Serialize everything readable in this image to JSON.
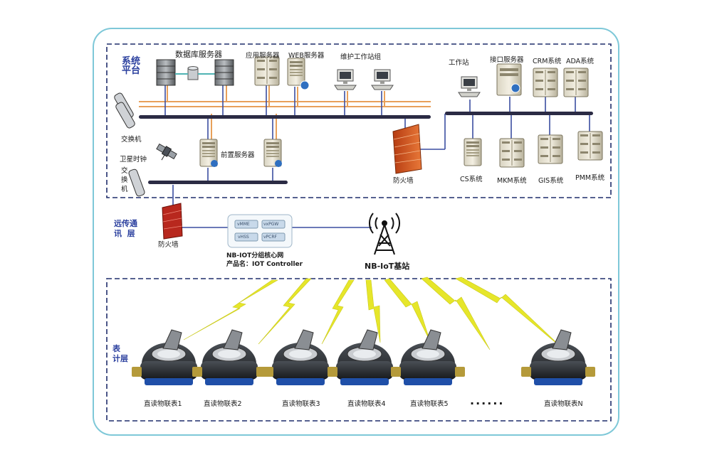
{
  "layers": {
    "platform": "系统\n平台",
    "transport": "远传通\n讯  层",
    "meter": "表\n计层"
  },
  "platform": {
    "db_servers": "数据库服务器",
    "app_servers": "应用服务器",
    "web_servers": "WEB服务器",
    "maintenance": "维护工作站组",
    "workstation": "工作站",
    "interface_server": "接口服务器",
    "crm": "CRM系统",
    "ada": "ADA系统",
    "switch_top": "交换机",
    "satellite_clock": "卫星时钟",
    "switch_bottom": "交\n换\n机",
    "frontend_server": "前置服务器",
    "firewall": "防火墙",
    "cs": "CS系统",
    "mkm": "MKM系统",
    "gis": "GIS系统",
    "pmm": "PMM系统"
  },
  "transport": {
    "firewall": "防火墙",
    "core_line1": "NB-IOT分组核心网",
    "core_line2": "产品名：IOT Controller",
    "base_station": "NB-IoT基站",
    "core_tags": [
      "vMME",
      "vxPGW",
      "vHSS",
      "vPCRF"
    ]
  },
  "meters": {
    "items": [
      "直读物联表1",
      "直读物联表2",
      "直读物联表3",
      "直读物联表4",
      "直读物联表5",
      "直读物联表N"
    ],
    "ellipsis": "......"
  },
  "colors": {
    "frame": "#7ec8d8",
    "dashed": "#1f2d6b",
    "bus": "#2b2b44",
    "orange_link": "#e8a05a",
    "blue_link": "#3a4da0",
    "lightning": "#e6e62a",
    "firewall": "#c74a1a",
    "label_blue": "#2a3f9e"
  }
}
